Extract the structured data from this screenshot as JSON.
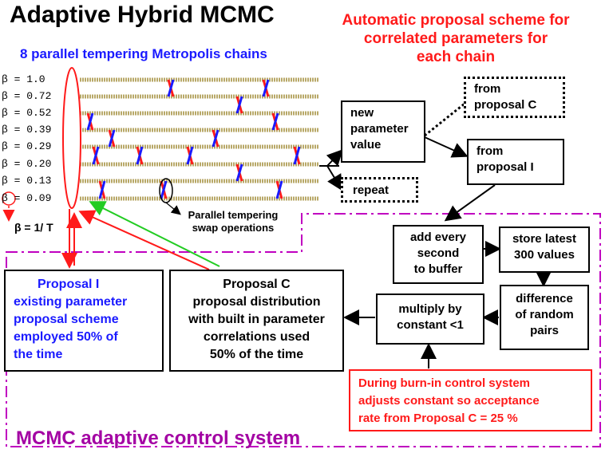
{
  "title": "Adaptive Hybrid MCMC",
  "subtitle": "8 parallel tempering Metropolis chains",
  "auto_scheme": [
    "Automatic proposal scheme for",
    "correlated parameters for",
    "each  chain"
  ],
  "betas": [
    "β = 1.0",
    "β = 0.72",
    "β = 0.52",
    "β = 0.39",
    "β = 0.29",
    "β = 0.20",
    "β = 0.13",
    "β = 0.09"
  ],
  "beta_note": "β = 1/ T",
  "pt_label": [
    "Parallel tempering",
    "swap operations"
  ],
  "boxes": {
    "new_param": [
      "new",
      "parameter",
      "value"
    ],
    "from_c": [
      "from",
      "proposal C"
    ],
    "from_i": [
      "from",
      "proposal I"
    ],
    "repeat": "repeat",
    "add_every": [
      "add every",
      "second",
      "to buffer"
    ],
    "store_latest": [
      "store latest",
      "300 values"
    ],
    "difference": [
      "difference",
      "of random",
      "pairs"
    ],
    "multiply": [
      "multiply by",
      "constant <1"
    ],
    "proposal_i": [
      "Proposal I",
      "existing parameter",
      "proposal scheme",
      "employed 50% of",
      "the time"
    ],
    "proposal_c": [
      "Proposal C",
      "proposal distribution",
      "with built in parameter",
      "correlations used",
      "50% of the time"
    ],
    "burnin": [
      "During burn-in control system",
      "adjusts constant so acceptance",
      "rate from Proposal C = 25 %"
    ]
  },
  "mcmc_label": "MCMC adaptive control system",
  "colors": {
    "title": "#000000",
    "subtitle": "#1a1aff",
    "auto": "#ff1a1a",
    "chain": "#b8a868",
    "mcmc": "#a300a3",
    "red": "#ff1a1a",
    "green": "#22cc22"
  }
}
